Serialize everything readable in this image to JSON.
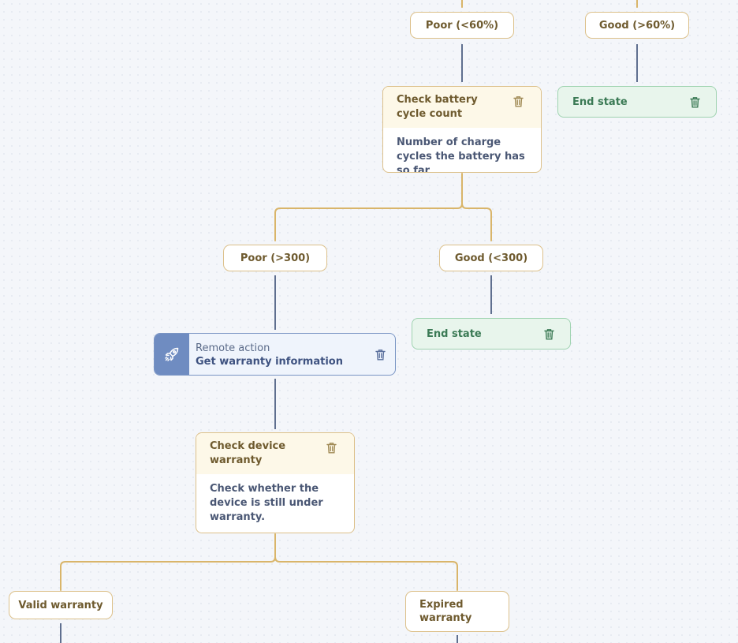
{
  "colors": {
    "decision_edge": "#d9b56a",
    "action_edge": "#5f6f8f",
    "decision_border": "#dcc08a",
    "decision_header_bg": "#fdf8e8",
    "end_state_bg": "#e8f5ec",
    "end_state_text": "#3b7a55",
    "remote_action_accent": "#6f8cc1"
  },
  "icons": {
    "delete": "trash-icon",
    "remote_action": "rocket-icon"
  },
  "nodes": {
    "poor_60": {
      "label": "Poor (<60%)"
    },
    "good_60": {
      "label": "Good (>60%)"
    },
    "check_battery": {
      "title": "Check battery cycle count",
      "description": "Number of charge cycles the battery has so far"
    },
    "end_state_1": {
      "label": "End state"
    },
    "poor_300": {
      "label": "Poor (>300)"
    },
    "good_300": {
      "label": "Good (<300)"
    },
    "end_state_2": {
      "label": "End state"
    },
    "remote_action": {
      "kind": "Remote action",
      "title": "Get warranty information"
    },
    "check_warranty": {
      "title": "Check device warranty",
      "description": "Check whether the device is still under warranty."
    },
    "valid_warranty": {
      "label": "Valid warranty"
    },
    "expired_warranty": {
      "label": "Expired warranty"
    }
  }
}
